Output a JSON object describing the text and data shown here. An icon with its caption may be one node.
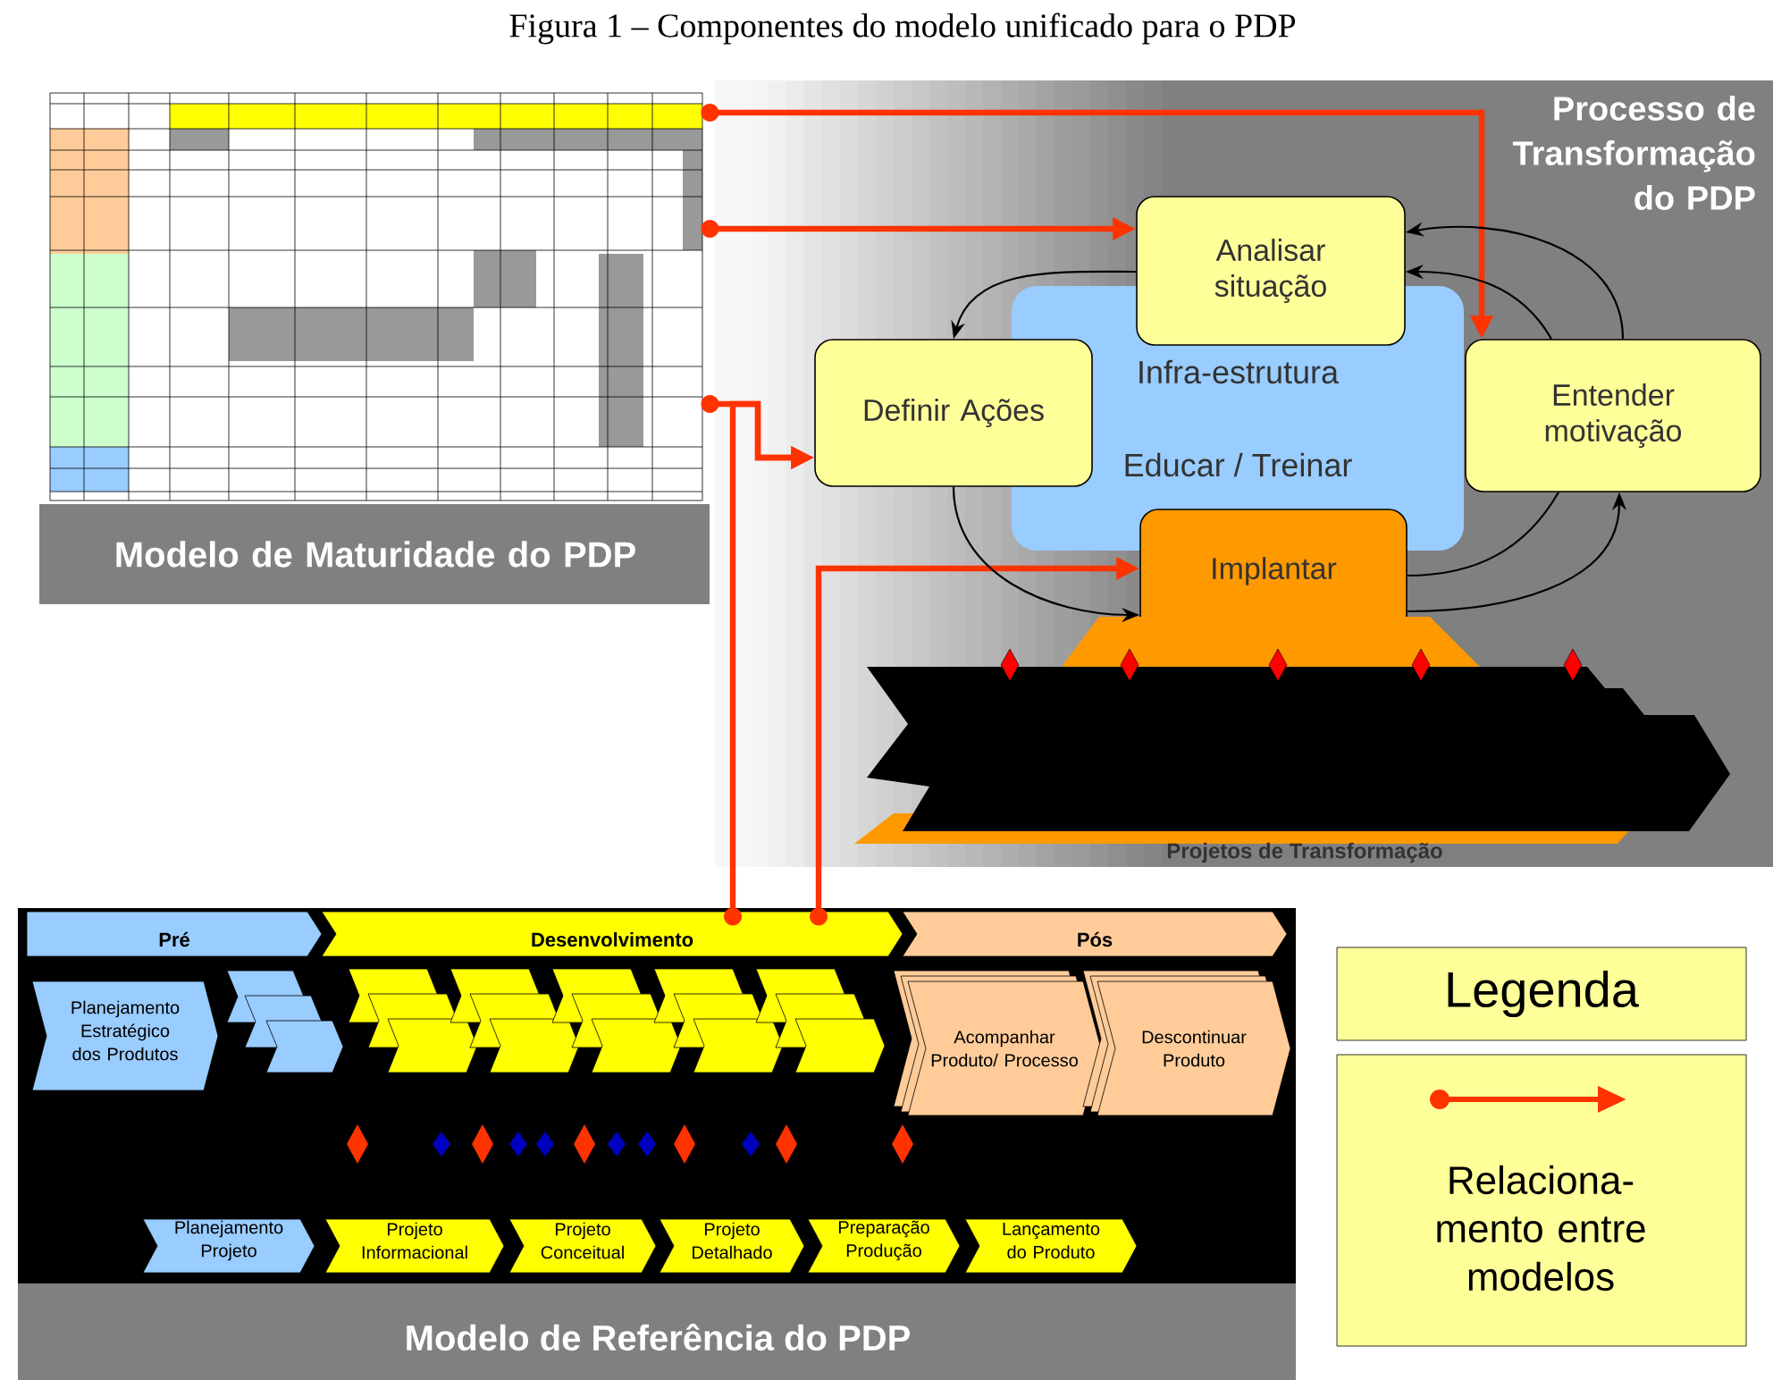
{
  "diagram": {
    "title": "Figura 1 – Componentes do modelo unificado para o PDP",
    "nodes": [
      {
        "text": [
          "Modelo de Maturidade do PDP"
        ]
      },
      {
        "text": [
          "Processo de Transformação do PDP"
        ]
      },
      {
        "text": [
          "Analisar situação"
        ],
        "in": 1
      },
      {
        "text": [
          "Infra-estrutura",
          "Educar / Treinar"
        ],
        "in": 1
      },
      {
        "text": [
          "Definir Ações"
        ],
        "in": 1
      },
      {
        "text": [
          "Entender motivação"
        ],
        "in": 1
      },
      {
        "text": [
          "Implantar"
        ],
        "in": 1
      },
      {
        "text": [
          "Projetos de Transformação"
        ],
        "in": 1
      },
      {
        "text": [
          "Modelo de Referência do PDP"
        ]
      },
      {
        "text": [
          "Pré"
        ],
        "in": 8
      },
      {
        "text": [
          "Desenvolvimento"
        ],
        "in": 8
      },
      {
        "text": [
          "Pós"
        ],
        "in": 8
      },
      {
        "text": [
          "Planejamento Estratégico dos Produtos"
        ],
        "in": 8
      },
      {
        "text": [
          "Acompanhar Produto/ Processo"
        ],
        "in": 8
      },
      {
        "text": [
          "Descontinuar Produto"
        ],
        "in": 8
      },
      {
        "text": [
          "Planejamento Projeto"
        ],
        "in": 8
      },
      {
        "text": [
          "Projeto Informacional"
        ],
        "in": 8
      },
      {
        "text": [
          "Projeto Conceitual"
        ],
        "in": 8
      },
      {
        "text": [
          "Projeto Detalhado"
        ],
        "in": 8
      },
      {
        "text": [
          "Preparação Produção"
        ],
        "in": 8
      },
      {
        "text": [
          "Lançamento do Produto"
        ],
        "in": 8
      }
    ],
    "edges": [
      {
        "from": 0,
        "to": 5,
        "arrow": "to",
        "style": "thick",
        "color": "#ff3300"
      },
      {
        "from": 0,
        "to": 2,
        "arrow": "to",
        "style": "thick",
        "color": "#ff3300"
      },
      {
        "from": 0,
        "to": 4,
        "arrow": "to",
        "style": "thick",
        "color": "#ff3300"
      },
      {
        "from": 10,
        "to": 4,
        "arrow": "to",
        "style": "thick",
        "color": "#ff3300"
      },
      {
        "from": 10,
        "to": 6,
        "arrow": "to",
        "style": "thick",
        "color": "#ff3300"
      },
      {
        "from": 2,
        "to": 4,
        "arrow": "to"
      },
      {
        "from": 4,
        "to": 6,
        "arrow": "to"
      },
      {
        "from": 6,
        "to": 5,
        "arrow": "none"
      },
      {
        "from": 6,
        "to": 5,
        "arrow": "to"
      },
      {
        "from": 5,
        "to": 2,
        "arrow": "to"
      },
      {
        "from": 5,
        "to": 2,
        "arrow": "to"
      }
    ],
    "labels": [
      "Legenda"
    ],
    "legend": [
      {
        "text": "Relaciona- mento entre modelos"
      }
    ]
  }
}
